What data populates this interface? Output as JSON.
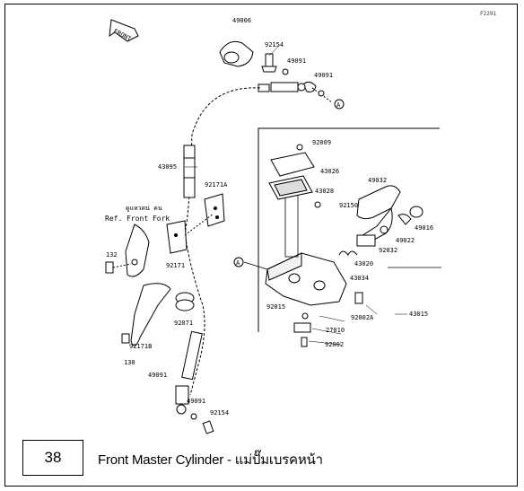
{
  "figure_code": "F2291",
  "front_label": "FRONT",
  "caption": {
    "number": "38",
    "title": "Front Master Cylinder - แม่ปั๊มเบรคหน้า"
  },
  "ref_text": {
    "thai": "ดูแหวดน่ คน",
    "english": "Ref. Front Fork"
  },
  "part_labels": {
    "p49006": "49006",
    "p92154_top": "92154",
    "p49091_a": "49091",
    "p49091_b": "49091",
    "circle_a_top": "A",
    "p43095": "43095",
    "p92171a": "92171A",
    "p92171": "92171",
    "p132": "132",
    "p92071": "92071",
    "p92171b": "92171B",
    "p130": "130",
    "p49091_c": "49091",
    "p49091_d": "49091",
    "p92154_bot": "92154",
    "p92009": "92009",
    "p43026": "43026",
    "p43028": "43028",
    "p49032": "49032",
    "p92150": "92150",
    "p49016": "49016",
    "p49022": "49022",
    "p43020": "43020",
    "p92032": "92032",
    "circle_a_mid": "A",
    "p43034": "43034",
    "p92015": "92015",
    "p92002a": "92002A",
    "p43015": "43015",
    "p27010": "27010",
    "p92002": "92002"
  }
}
